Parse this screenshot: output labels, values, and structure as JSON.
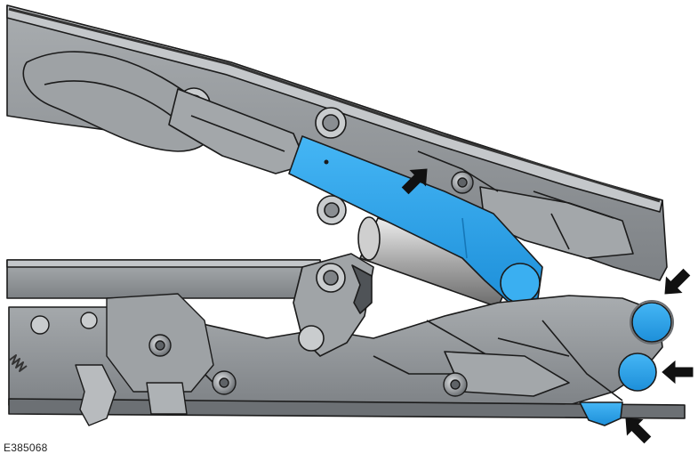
{
  "figure": {
    "id_label": "E385068"
  },
  "colors": {
    "metal": "#8f9396",
    "metal_light": "#b4b8bb",
    "metal_dark": "#5c6064",
    "outline": "#1b1b1b",
    "highlight": "#2ba4ee",
    "arrow": "#111111",
    "background": "#ffffff"
  },
  "callouts": [
    {
      "name": "upper-link-arrow",
      "points_to": "highlighted-upper-link"
    },
    {
      "name": "upper-pivot-arrow",
      "points_to": "highlighted-upper-pivot"
    },
    {
      "name": "lower-pivot-arrow",
      "points_to": "highlighted-lower-pivot"
    },
    {
      "name": "bracket-tab-arrow",
      "points_to": "highlighted-bracket-tab"
    }
  ],
  "icons": [
    "arrow-icon",
    "bolt-icon",
    "pivot-icon",
    "spring-icon"
  ]
}
